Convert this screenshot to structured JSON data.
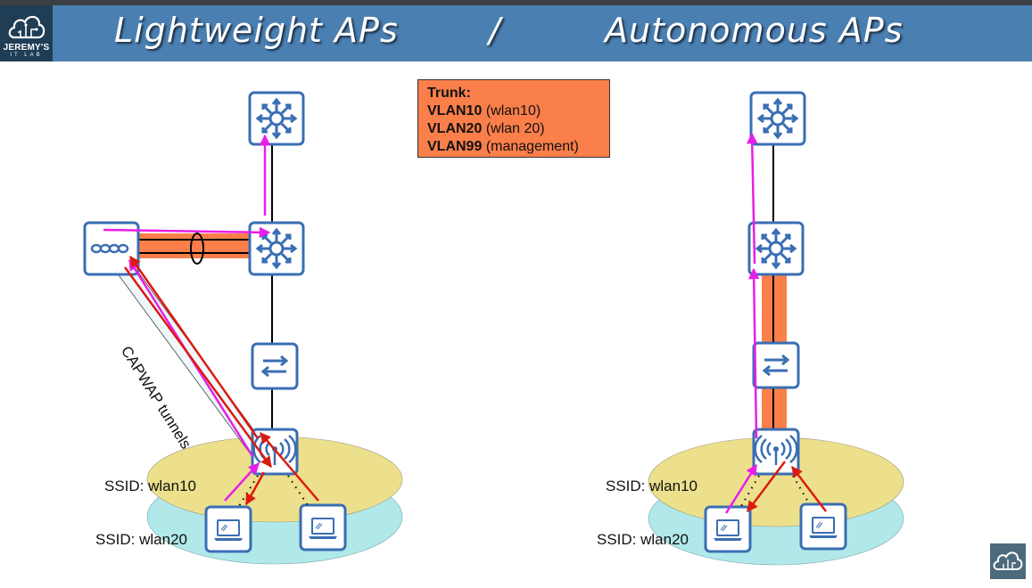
{
  "header": {
    "logo_line1": "JEREMY'S",
    "logo_line2": "IT LAB",
    "title_left": "Lightweight APs",
    "separator": "/",
    "title_right": "Autonomous APs"
  },
  "trunk_box": {
    "heading": "Trunk:",
    "rows": [
      {
        "vlan": "VLAN10",
        "desc": "(wlan10)"
      },
      {
        "vlan": "VLAN20",
        "desc": "(wlan 20)"
      },
      {
        "vlan": "VLAN99",
        "desc": "(management)"
      }
    ]
  },
  "left_diagram": {
    "tunnel_label": "CAPWAP tunnels",
    "ssid_labels": [
      "SSID: wlan10",
      "SSID: wlan20"
    ],
    "devices": [
      "wlc-icon",
      "multilayer-switch-icon",
      "multilayer-switch-icon",
      "switch-icon",
      "access-point-icon",
      "laptop-icon",
      "laptop-icon"
    ]
  },
  "right_diagram": {
    "ssid_labels": [
      "SSID: wlan10",
      "SSID: wlan20"
    ],
    "devices": [
      "multilayer-switch-icon",
      "multilayer-switch-icon",
      "switch-icon",
      "access-point-icon",
      "laptop-icon",
      "laptop-icon"
    ]
  },
  "colors": {
    "header_blue": "#4a7fb2",
    "trunk_orange": "#fa7f4b",
    "ssid_wlan10": "#ece08c",
    "ssid_wlan20": "#b1e8ea",
    "device_border": "#3a6eb3",
    "arrow_magenta": "#e81ee8",
    "arrow_red": "#dd1a10"
  }
}
